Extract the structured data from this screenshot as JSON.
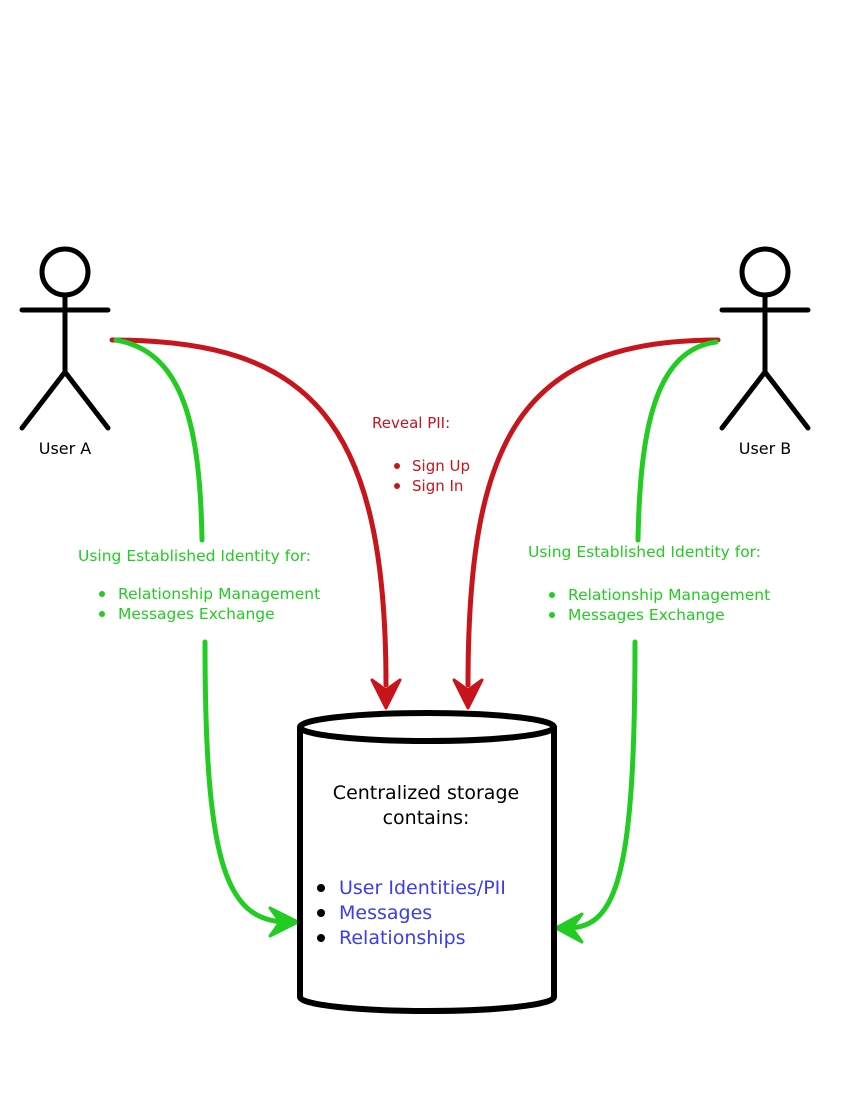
{
  "actors": {
    "user_a": {
      "label": "User A"
    },
    "user_b": {
      "label": "User B"
    }
  },
  "reveal_pii": {
    "heading": "Reveal PII:",
    "items": [
      "Sign Up",
      "Sign In"
    ]
  },
  "established_identity_a": {
    "heading": "Using Established Identity for:",
    "items": [
      "Relationship Management",
      "Messages Exchange"
    ]
  },
  "established_identity_b": {
    "heading": "Using Established Identity for:",
    "items": [
      "Relationship Management",
      "Messages Exchange"
    ]
  },
  "storage": {
    "title_line1": "Centralized storage",
    "title_line2": "contains:",
    "items": [
      "User Identities/PII",
      "Messages",
      "Relationships"
    ]
  },
  "colors": {
    "reveal_arrow": "#c8141b",
    "identity_arrow": "#22cc22",
    "storage_items": "#3b3bef",
    "outline": "#000000"
  }
}
